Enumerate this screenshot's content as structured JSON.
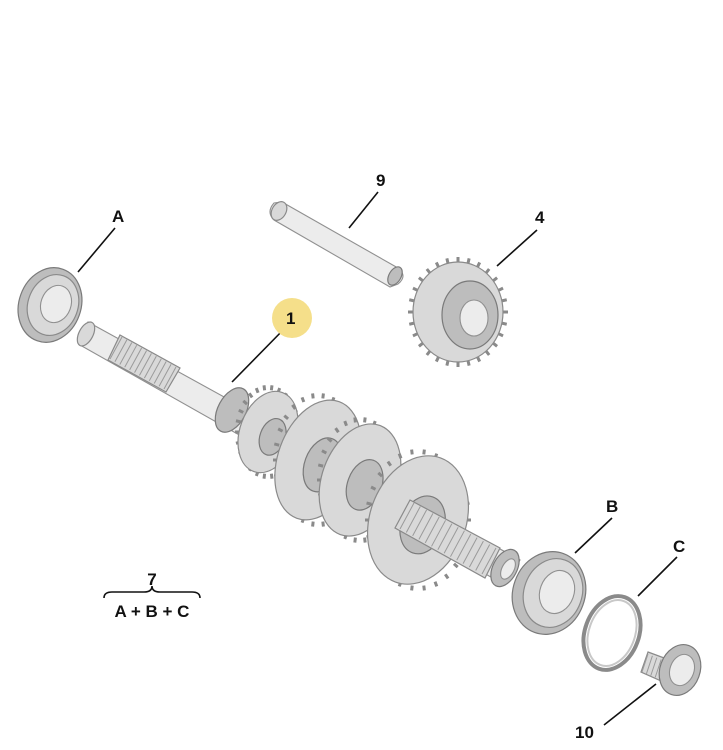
{
  "callouts": {
    "shaft": "1",
    "gear": "4",
    "kit": "7",
    "pin": "9",
    "screw": "10",
    "bearing_a": "A",
    "bearing_b": "B",
    "seal_c": "C"
  },
  "kit_formula": "A + B + C",
  "highlight_color": "#f5df8a"
}
